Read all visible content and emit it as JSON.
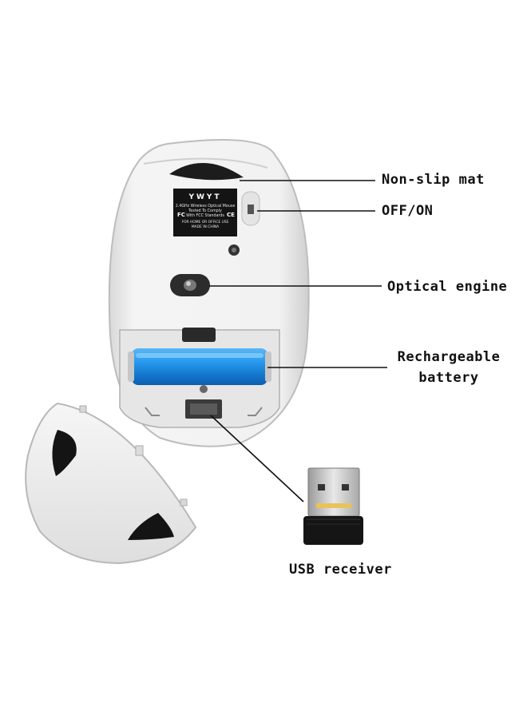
{
  "sticker": {
    "brand": "YWYT",
    "lines": [
      "2.4GHz Wireless Optical Mouse",
      "Tested To Comply",
      "With FCC Standards",
      "FOR HOME OR OFFICE USE",
      "MADE IN CHINA"
    ],
    "fcc_mark": "FC",
    "ce_mark": "CE"
  },
  "callouts": {
    "non_slip_mat": "Non-slip mat",
    "off_on": "OFF/ON",
    "optical_engine": "Optical engine",
    "battery_line1": "Rechargeable",
    "battery_line2": "battery",
    "usb_receiver": "USB receiver"
  },
  "colors": {
    "body": "#f1f1f1",
    "battery": "#1e8fe0",
    "sticker": "#141414",
    "pads": "#1a1a1a"
  }
}
